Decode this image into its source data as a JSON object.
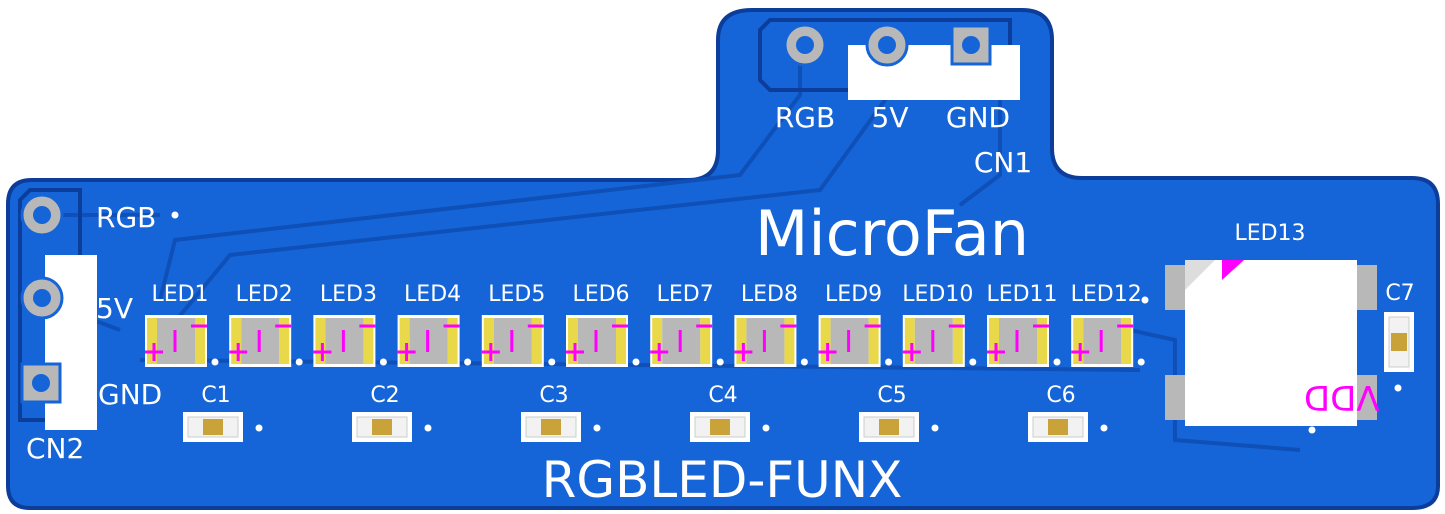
{
  "board": {
    "title": "MicroFan",
    "subtitle": "RGBLED-FUNX"
  },
  "cn1": {
    "ref": "CN1",
    "pins": [
      "RGB",
      "5V",
      "GND"
    ]
  },
  "cn2": {
    "ref": "CN2",
    "pins": [
      "RGB",
      "5V",
      "GND"
    ]
  },
  "leds": [
    "LED1",
    "LED2",
    "LED3",
    "LED4",
    "LED5",
    "LED6",
    "LED7",
    "LED8",
    "LED9",
    "LED10",
    "LED11",
    "LED12"
  ],
  "led13": {
    "ref": "LED13",
    "pin_label": "VDD"
  },
  "caps": [
    "C1",
    "C2",
    "C3",
    "C4",
    "C5",
    "C6"
  ],
  "c7": "C7",
  "colors": {
    "board_blue": "#1565d8",
    "board_edge": "#0c3d9a",
    "trace_blue": "#0f4fb8",
    "silkscreen": "#ffffff",
    "fab_magenta": "#ff00ff",
    "pad_gray": "#b8b8b8",
    "cap_pad_white": "#f2f2f2",
    "cap_body": "#c9a23a"
  }
}
